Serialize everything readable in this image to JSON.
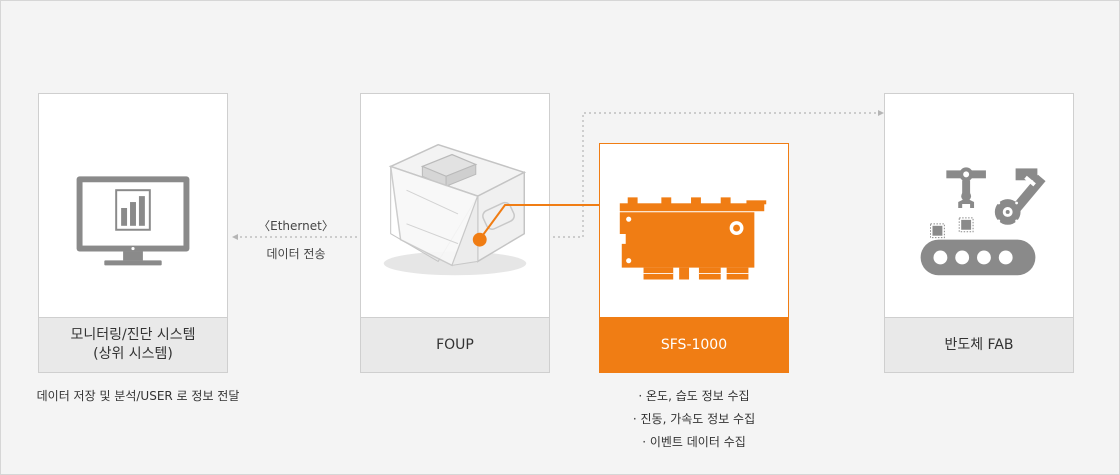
{
  "nodes": {
    "monitor": {
      "label_line1": "모니터링/진단 시스템",
      "label_line2": "(상위 시스템)",
      "icon": "monitor-chart-icon"
    },
    "foup": {
      "label": "FOUP",
      "icon": "foup-container-icon"
    },
    "sfs": {
      "label": "SFS-1000",
      "icon": "sensor-board-icon"
    },
    "fab": {
      "label": "반도체 FAB",
      "icon": "robot-arm-conveyor-icon"
    }
  },
  "monitor_caption": "데이터 저장 및 분석/USER 로 정보 전달",
  "ethernet": {
    "title": "〈Ethernet〉",
    "subtitle": "데이터 전송"
  },
  "sfs_features": [
    "· 온도, 습도 정보 수집",
    "· 진동, 가속도 정보 수집",
    "· 이벤트 데이터  수집"
  ],
  "colors": {
    "accent": "#f07d14",
    "card_label_bg": "#e9e9e9",
    "icon_gray": "#8a8a8a",
    "background": "#f4f4f4"
  }
}
